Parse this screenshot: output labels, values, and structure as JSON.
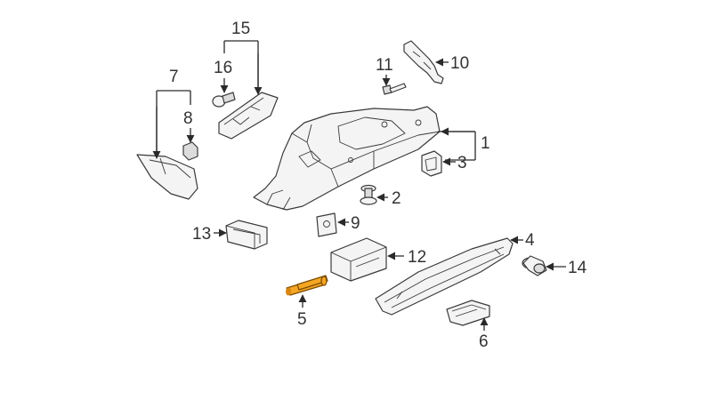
{
  "colors": {
    "highlight": "#f5a623",
    "line": "#2a2a2a",
    "text": "#333333",
    "part_fill": "#f4f4f4"
  },
  "callouts": {
    "c1": "1",
    "c2": "2",
    "c3": "3",
    "c4": "4",
    "c5": "5",
    "c6": "6",
    "c7": "7",
    "c8": "8",
    "c9": "9",
    "c10": "10",
    "c11": "11",
    "c12": "12",
    "c13": "13",
    "c14": "14",
    "c15": "15",
    "c16": "16"
  },
  "highlighted_part": "5"
}
